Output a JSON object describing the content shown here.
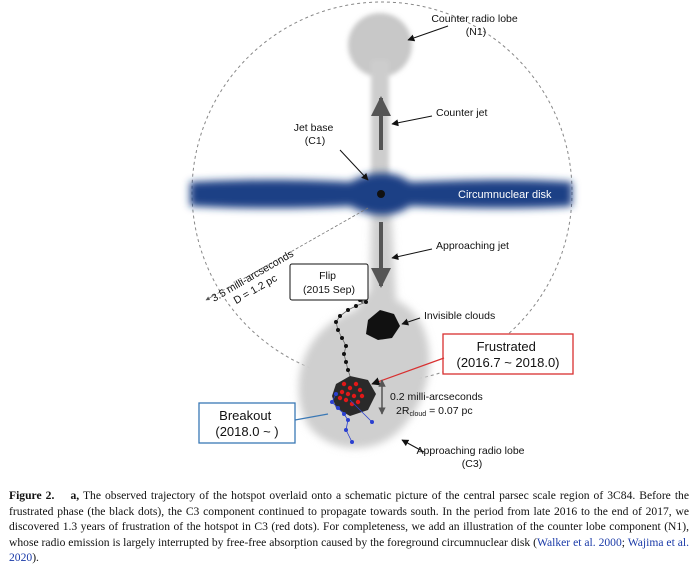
{
  "figure": {
    "labels": {
      "counter_lobe": [
        "Counter radio lobe",
        "(N1)"
      ],
      "counter_jet": "Counter jet",
      "jet_base": [
        "Jet base",
        "(C1)"
      ],
      "disk": "Circumnuclear disk",
      "approaching_jet": "Approaching jet",
      "scale_big": [
        "3.5 milli-arcseconds",
        "D = 1.2 pc"
      ],
      "flip": [
        "Flip",
        "(2015 Sep)"
      ],
      "clouds": "Invisible clouds",
      "frustrated": [
        "Frustrated",
        "(2016.7 ~ 2018.0)"
      ],
      "scale_small": [
        "0.2 milli-arcseconds",
        "2R",
        "cloud",
        " = 0.07 pc"
      ],
      "breakout": [
        "Breakout",
        "(2018.0 ~ )"
      ],
      "approaching_lobe": [
        "Approaching radio lobe",
        "(C3)"
      ]
    },
    "colors": {
      "disk": "#1c3f85",
      "frustrated_box": "#d83030",
      "breakout_box": "#3a78b5",
      "red_dots": "#e01818",
      "blue_dots": "#2a40d0"
    }
  },
  "caption": {
    "label": "Figure 2.",
    "panel": "a,",
    "text_1": " The observed trajectory of the hotspot overlaid onto a schematic picture of the central parsec scale region of 3C84. Before the frustrated phase (the black dots), the C3 component continued to propagate towards south. In the period from late 2016 to the end of 2017, we discovered 1.3 years of frustration of the hotspot in C3 (red dots). For completeness, we add an illustration of the counter lobe component (N1), whose radio emission is largely interrupted by free-free absorption caused by the foreground circumnuclear disk (",
    "cite_1": "Walker et al. 2000",
    "sep": "; ",
    "cite_2": "Wajima et al. 2020",
    "text_2": ")."
  }
}
